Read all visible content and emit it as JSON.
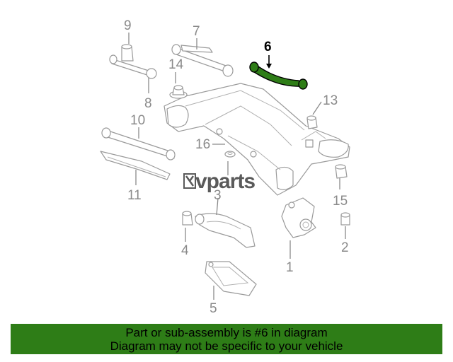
{
  "diagram": {
    "callouts": [
      "1",
      "2",
      "3",
      "4",
      "5",
      "6",
      "7",
      "8",
      "9",
      "10",
      "11",
      "13",
      "14",
      "15",
      "16"
    ],
    "highlighted": "6",
    "highlight_color": "#2e7d17"
  },
  "watermark": {
    "text": "vparts"
  },
  "banner": {
    "line1": "Part or sub-assembly is #6 in diagram",
    "line2": "Diagram may not be specific to your vehicle",
    "background": "#2e7d17"
  }
}
